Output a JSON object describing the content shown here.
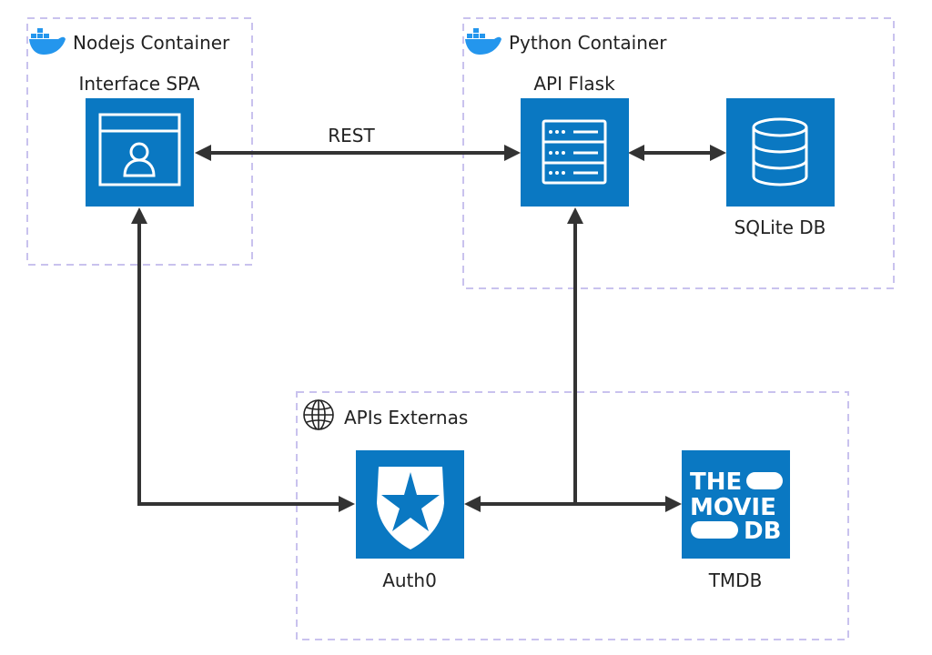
{
  "groups": {
    "nodejs": {
      "title": "Nodejs Container",
      "icon": "docker-icon"
    },
    "python": {
      "title": "Python Container",
      "icon": "docker-icon"
    },
    "external": {
      "title": "APIs Externas",
      "icon": "globe-icon"
    }
  },
  "nodes": {
    "spa": {
      "label": "Interface SPA",
      "icon": "browser-user-icon"
    },
    "flask": {
      "label": "API Flask",
      "icon": "server-icon"
    },
    "sqlite": {
      "label": "SQLite DB",
      "icon": "database-icon"
    },
    "auth0": {
      "label": "Auth0",
      "icon": "auth0-logo"
    },
    "tmdb": {
      "label": "TMDB",
      "icon": "tmdb-logo",
      "logo_lines": [
        "THE",
        "MOVIE",
        "DB"
      ]
    }
  },
  "edges": {
    "spa_flask": {
      "label": "REST",
      "from": "Interface SPA",
      "to": "API Flask",
      "direction": "both"
    },
    "flask_sqlite": {
      "label": "",
      "from": "API Flask",
      "to": "SQLite DB",
      "direction": "both"
    },
    "spa_auth0": {
      "label": "",
      "from": "Interface SPA",
      "to": "Auth0",
      "direction": "both"
    },
    "flask_auth0": {
      "label": "",
      "from": "API Flask",
      "to": "Auth0",
      "direction": "both"
    },
    "flask_tmdb": {
      "label": "",
      "from": "API Flask",
      "to": "TMDB",
      "direction": "forward"
    }
  },
  "colors": {
    "tile": "#0a78c2",
    "group_border": "#c9c2ee",
    "edge": "#333333",
    "docker": "#2496ed"
  }
}
